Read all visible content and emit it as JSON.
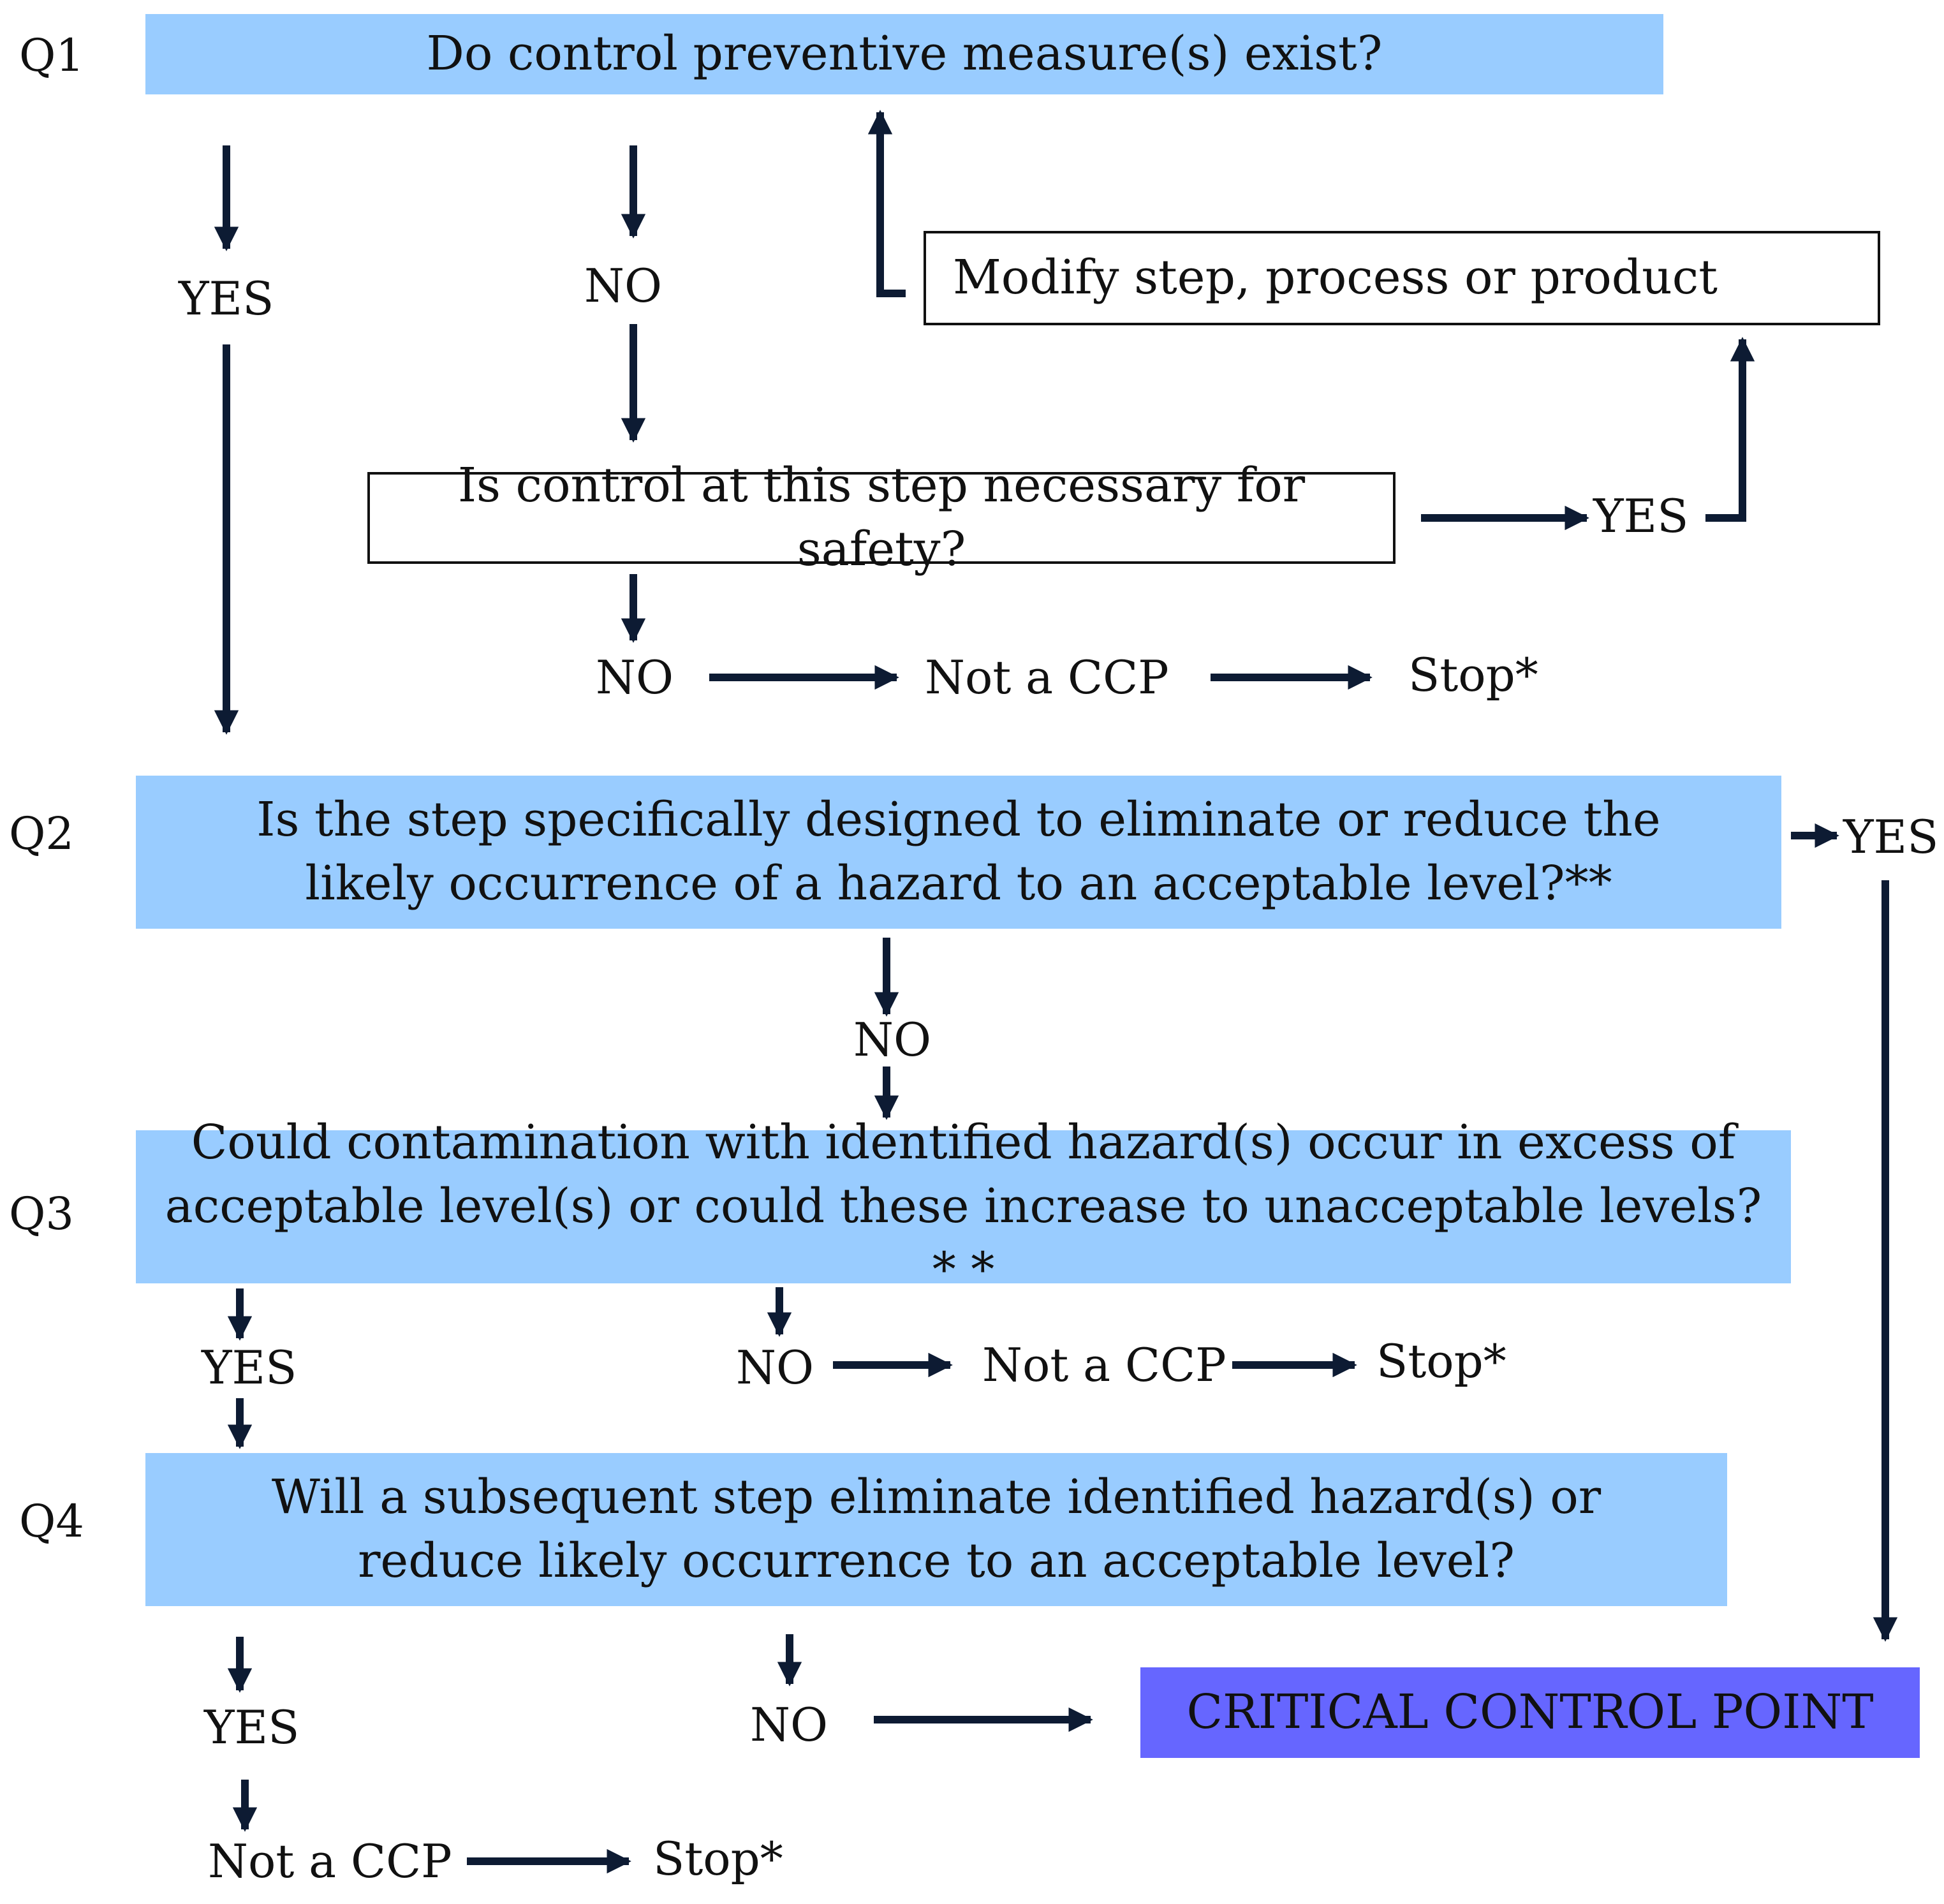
{
  "questions": {
    "q1": {
      "tag": "Q1",
      "text": "Do control preventive measure(s) exist?"
    },
    "q2": {
      "tag": "Q2",
      "text": "Is the step specifically designed to eliminate or reduce the likely occurrence of a hazard to an acceptable level?**"
    },
    "q3": {
      "tag": "Q3",
      "text": "Could contamination with identified hazard(s) occur in excess of acceptable level(s) or could these increase to unacceptable levels? * *"
    },
    "q4": {
      "tag": "Q4",
      "text": "Will a subsequent step eliminate identified hazard(s) or reduce likely occurrence to an acceptable level?"
    }
  },
  "boxes": {
    "modify": "Modify step, process or product",
    "necessary": "Is control at this step necessary for safety?",
    "ccp": "CRITICAL CONTROL POINT"
  },
  "labels": {
    "q1_yes": "YES",
    "q1_no": "NO",
    "necessary_yes": "YES",
    "necessary_no": "NO",
    "necessary_not_ccp": "Not a CCP",
    "necessary_stop": "Stop*",
    "q2_yes": "YES",
    "q2_no": "NO",
    "q3_yes": "YES",
    "q3_no": "NO",
    "q3_not_ccp": "Not a CCP",
    "q3_stop": "Stop*",
    "q4_yes": "YES",
    "q4_no": "NO",
    "q4_not_ccp": "Not a CCP",
    "q4_stop": "Stop*"
  },
  "colors": {
    "question_fill": "#99ccff",
    "ccp_fill": "#6666ff",
    "arrow": "#0d1b33"
  }
}
